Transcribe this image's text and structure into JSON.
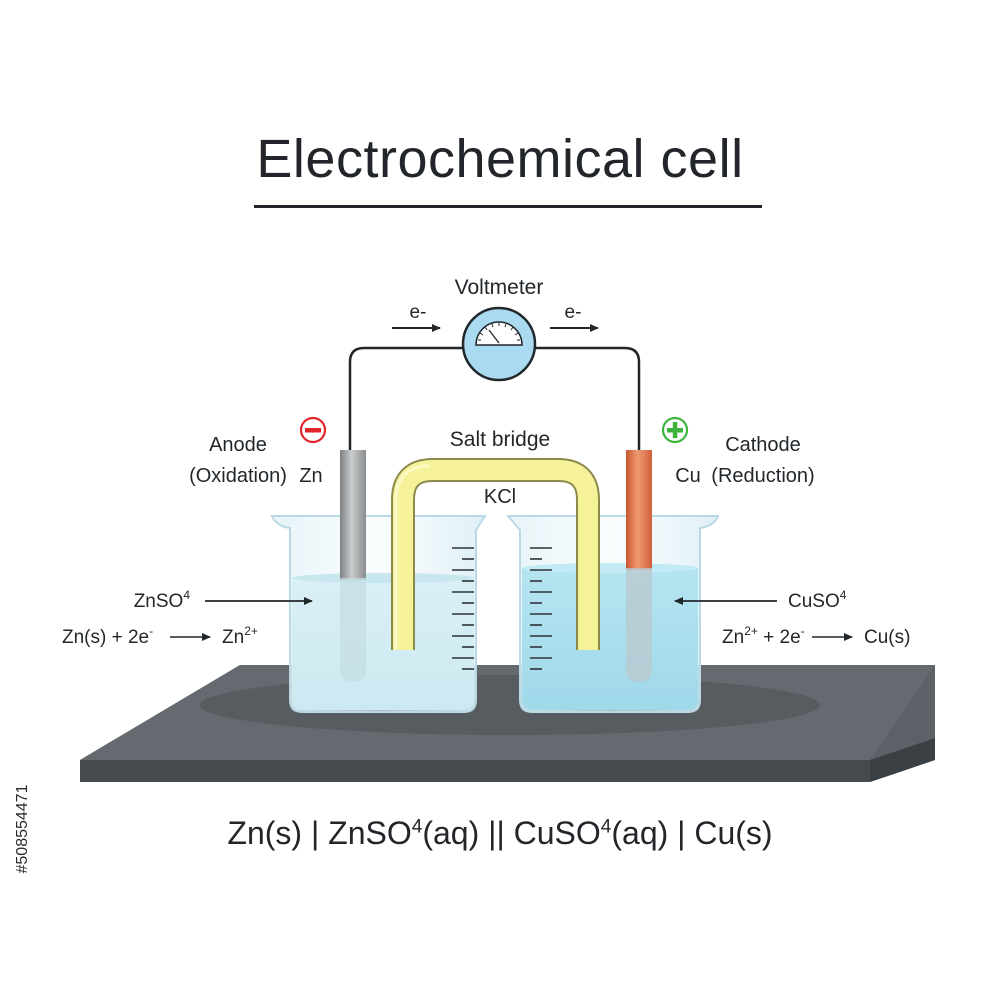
{
  "title": "Electrochemical cell",
  "labels": {
    "voltmeter": "Voltmeter",
    "electron_left": "e-",
    "electron_right": "e-",
    "salt_bridge": "Salt bridge",
    "salt_bridge_compound": "KCl",
    "anode": "Anode",
    "anode_process": "(Oxidation)",
    "anode_metal": "Zn",
    "cathode": "Cathode",
    "cathode_metal": "Cu",
    "cathode_process": "(Reduction)",
    "anode_solution": "ZnSO",
    "anode_solution_sub": "4",
    "cathode_solution": "CuSO",
    "cathode_solution_sub": "4",
    "anode_reaction_lhs": "Zn(s) + 2e",
    "anode_reaction_lhs_sup": "-",
    "anode_reaction_rhs": "Zn",
    "anode_reaction_rhs_sup": "2+",
    "cathode_reaction_lhs_a": "Zn",
    "cathode_reaction_lhs_a_sup": "2+",
    "cathode_reaction_lhs_b": " + 2e",
    "cathode_reaction_lhs_b_sup": "-",
    "cathode_reaction_rhs": "Cu(s)"
  },
  "notation": {
    "part1": "Zn(s) | ZnSO",
    "sup1": "4",
    "part2": "(aq) || CuSO",
    "sup2": "4",
    "part3": "(aq) | Cu(s)"
  },
  "stamp": "#508554471",
  "colors": {
    "zinc_electrode": "#9ea1a3",
    "copper_electrode": "#e07a52",
    "salt_bridge": "#f6f29a",
    "anode_solution": "#d6eff4",
    "cathode_solution": "#a9dfee",
    "table": "#5b6166",
    "negative_sign": "#e0252b",
    "positive_sign": "#3cb43c",
    "voltmeter_face": "#a9daf0"
  },
  "icons": {
    "negative": "minus-circle-icon",
    "positive": "plus-circle-icon"
  }
}
